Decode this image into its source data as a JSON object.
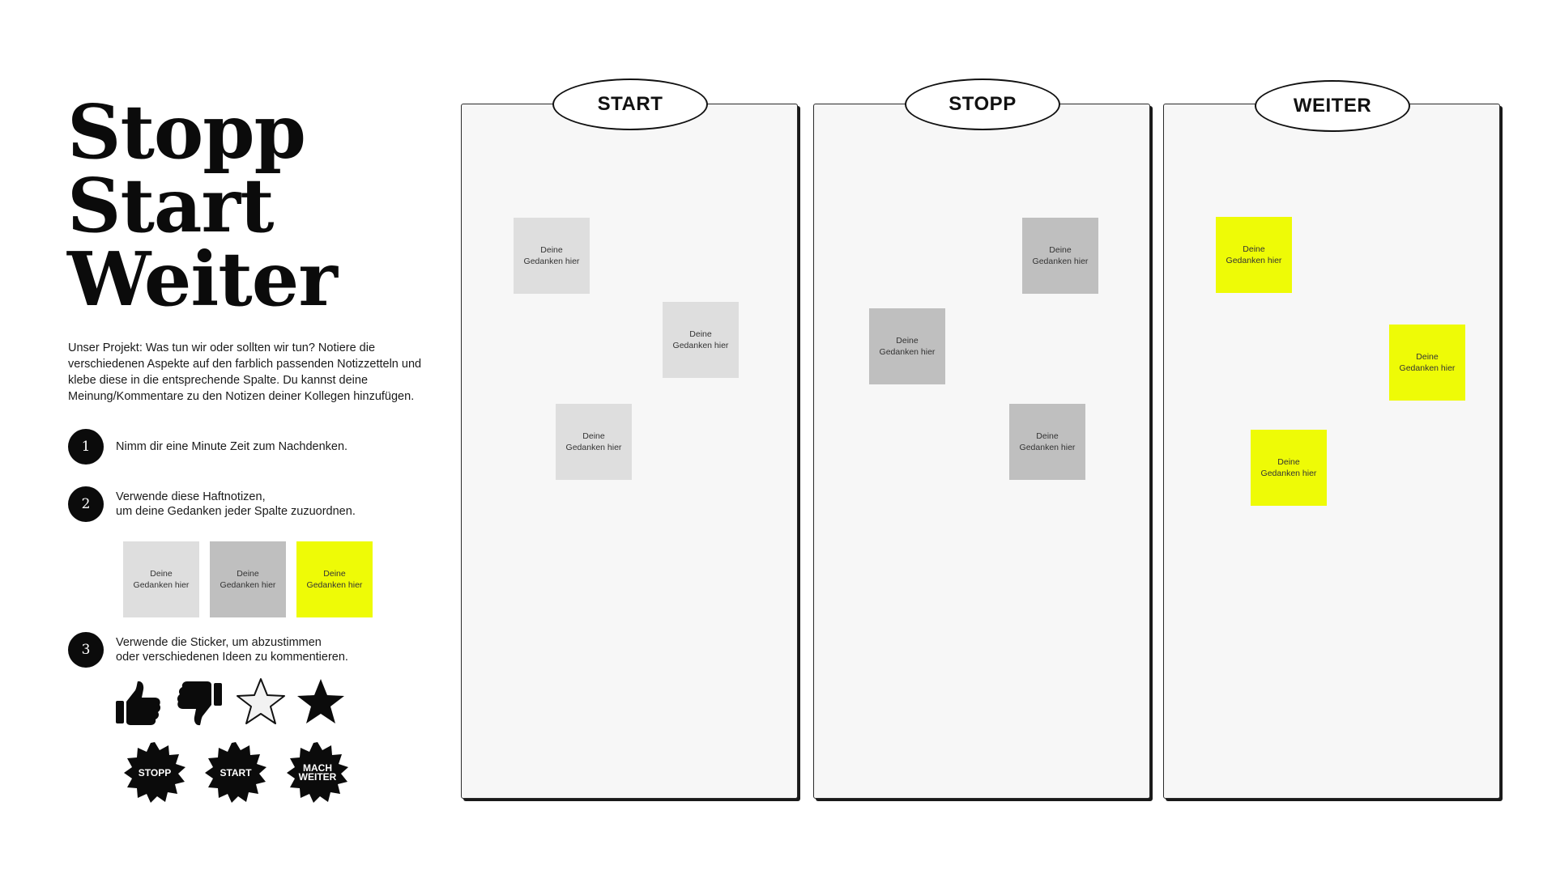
{
  "title": {
    "line1": "Stopp",
    "line2": "Start",
    "line3": "Weiter"
  },
  "intro": "Unser Projekt: Was tun wir oder sollten wir tun? Notiere die verschiedenen Aspekte auf den farblich passenden Notizzetteln und klebe diese in die entsprechende Spalte. Du kannst deine Meinung/Kommentare zu den Notizen deiner Kollegen hinzufügen.",
  "steps": [
    {
      "num": "1",
      "lines": [
        "Nimm dir eine Minute Zeit zum Nachdenken."
      ]
    },
    {
      "num": "2",
      "lines": [
        "Verwende diese Haftnotizen,",
        "um deine Gedanken jeder Spalte zuzuordnen."
      ]
    },
    {
      "num": "3",
      "lines": [
        "Verwende die Sticker, um abzustimmen",
        "oder verschiedenen Ideen zu kommentieren."
      ]
    }
  ],
  "note_text": {
    "line1": "Deine",
    "line2": "Gedanken hier"
  },
  "colors": {
    "light": "#dedede",
    "mid": "#bfbfbf",
    "yellow": "#eefb06",
    "ink": "#0b0b0b",
    "column_bg": "#f7f7f7"
  },
  "stickers": {
    "icons": [
      "thumbs-up-icon",
      "thumbs-down-icon",
      "star-outline-icon",
      "star-filled-icon"
    ],
    "badges": {
      "stopp": "STOPP",
      "start": "START",
      "mach_weiter": {
        "line1": "MACH",
        "line2": "WEITER"
      }
    }
  },
  "columns": [
    {
      "header": "START"
    },
    {
      "header": "STOPP"
    },
    {
      "header": "WEITER"
    }
  ]
}
